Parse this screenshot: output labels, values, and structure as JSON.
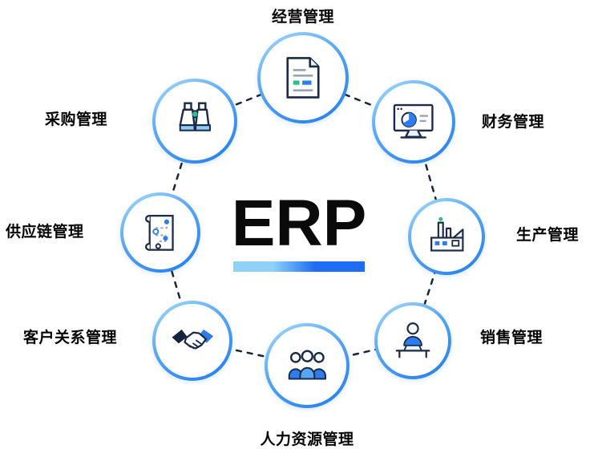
{
  "center": {
    "title": "ERP"
  },
  "nodes": [
    {
      "id": "business-management",
      "label": "经营管理",
      "icon": "report-document-icon"
    },
    {
      "id": "finance-management",
      "label": "财务管理",
      "icon": "monitor-pie-chart-icon"
    },
    {
      "id": "production-management",
      "label": "生产管理",
      "icon": "factory-icon"
    },
    {
      "id": "sales-management",
      "label": "销售管理",
      "icon": "person-laptop-icon"
    },
    {
      "id": "hr-management",
      "label": "人力资源管理",
      "icon": "people-group-icon"
    },
    {
      "id": "crm-management",
      "label": "客户关系管理",
      "icon": "handshake-icon"
    },
    {
      "id": "supply-chain-management",
      "label": "供应链管理",
      "icon": "route-map-icon"
    },
    {
      "id": "procurement-management",
      "label": "采购管理",
      "icon": "binoculars-icon"
    }
  ],
  "colors": {
    "outline": "#1b2a4a",
    "navy": "#16233f",
    "accent": "#2e7df0",
    "accent-mid": "#56a4f4",
    "accent-light": "#8ecdf8",
    "green": "#2fbf8f",
    "ring-from": "#a5dcfa",
    "ring-to": "#1e7bf0",
    "bar-left": "#8ed2f8",
    "bar-right": "#1f6df2"
  }
}
